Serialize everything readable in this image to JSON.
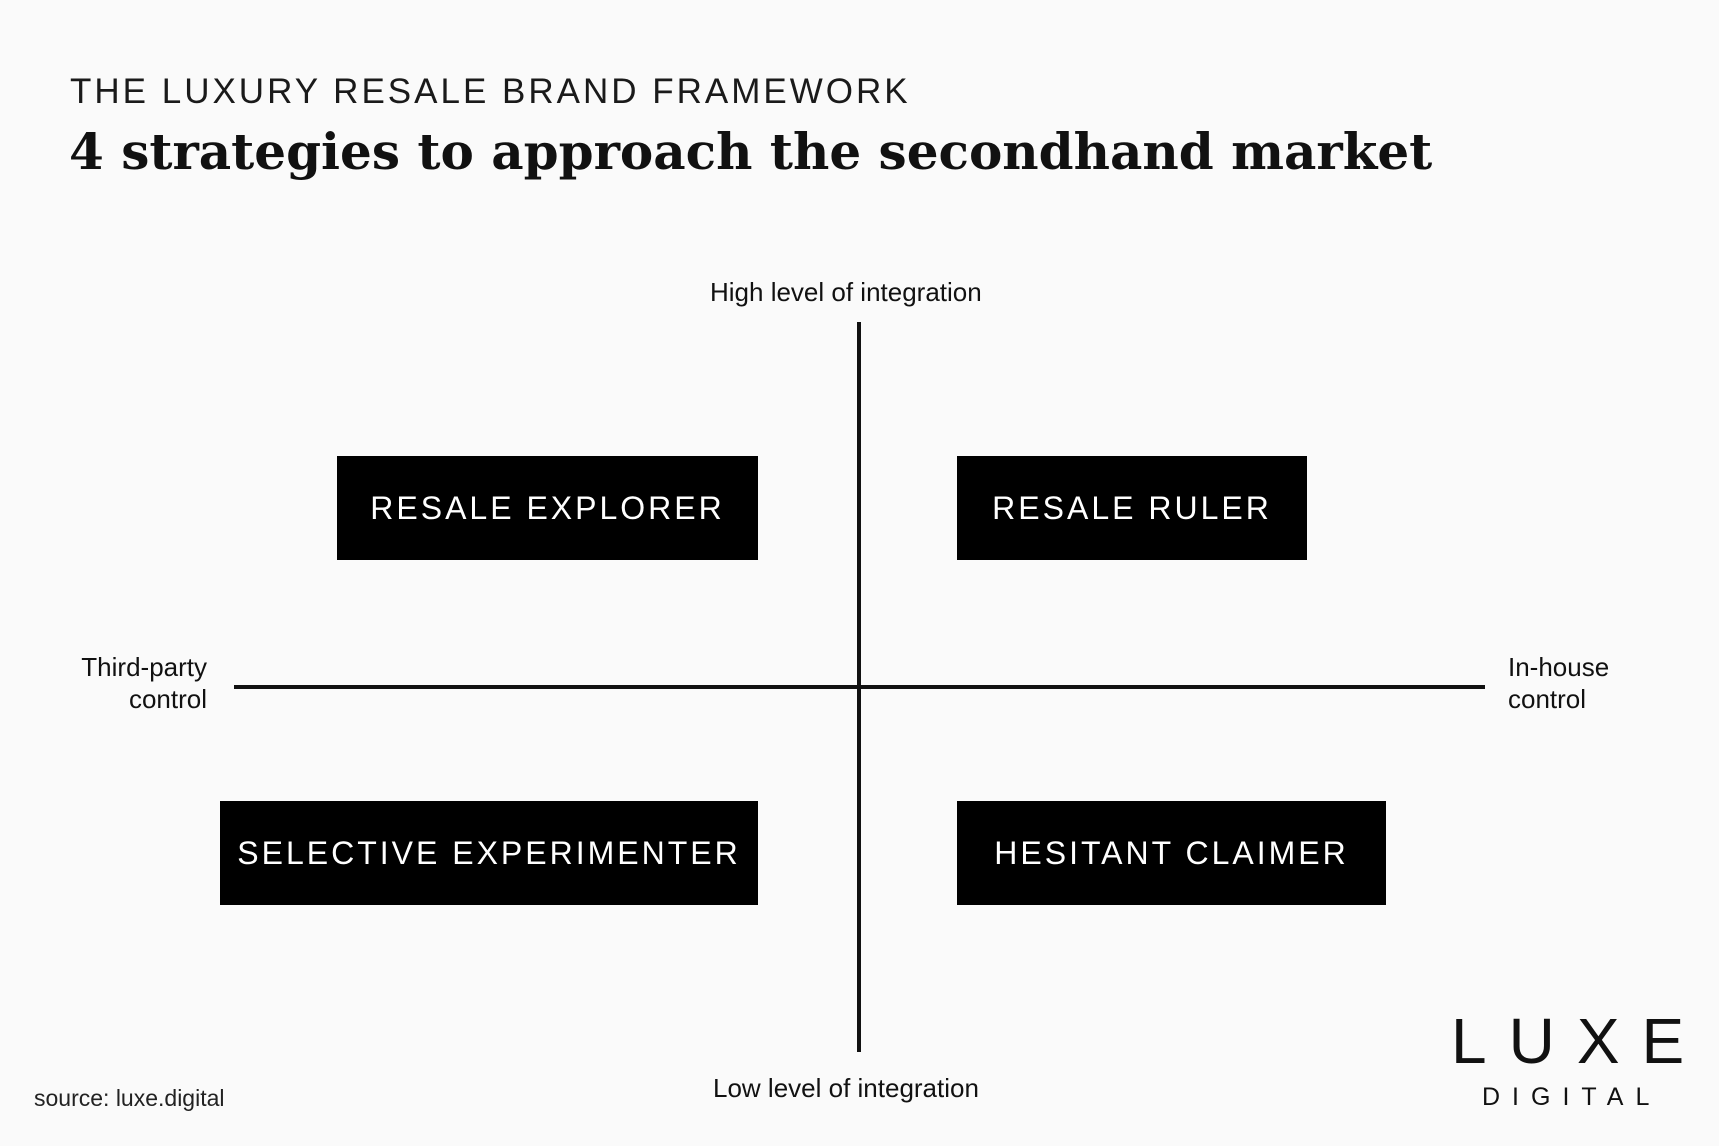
{
  "header": {
    "eyebrow": "THE LUXURY RESALE BRAND FRAMEWORK",
    "headline": "4 strategies to approach the secondhand market"
  },
  "axes": {
    "top": "High level of integration",
    "bottom": "Low level of integration",
    "left_line1": "Third-party",
    "left_line2": "control",
    "right_line1": "In-house",
    "right_line2": "control"
  },
  "quadrants": {
    "top_left": "RESALE EXPLORER",
    "top_right": "RESALE RULER",
    "bottom_left": "SELECTIVE EXPERIMENTER",
    "bottom_right": "HESITANT CLAIMER"
  },
  "footer": {
    "source": "source: luxe.digital",
    "logo_main": "LUXE",
    "logo_sub": "DIGITAL"
  },
  "colors": {
    "background": "#fafafa",
    "box": "#000000",
    "text": "#111111"
  }
}
